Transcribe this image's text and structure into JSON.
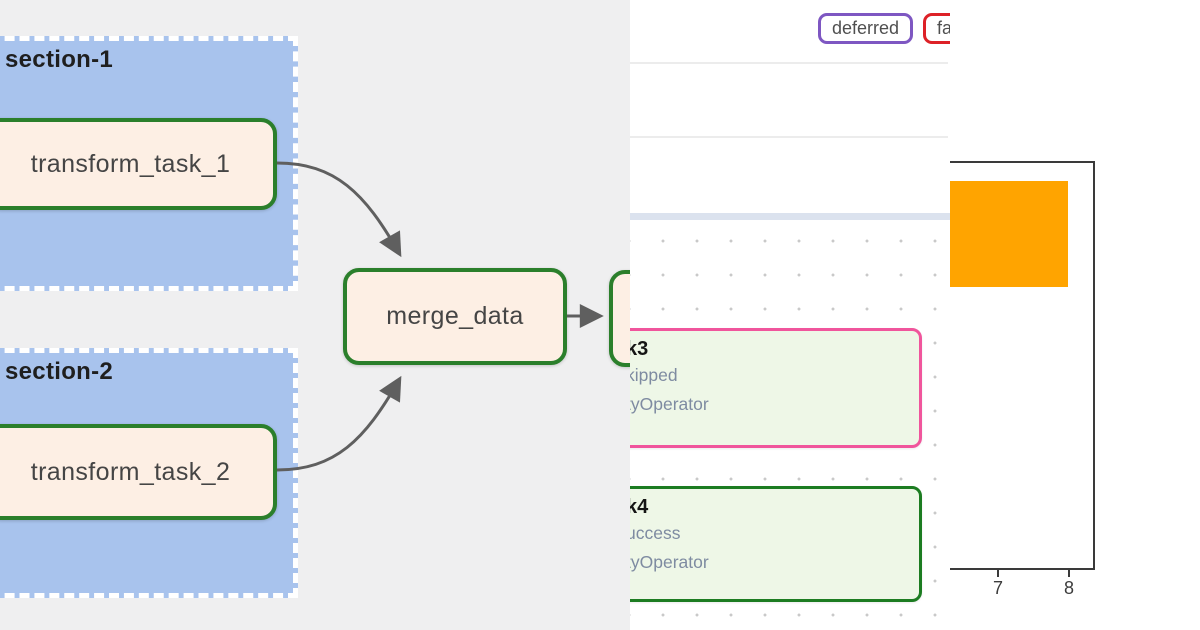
{
  "dag_graph": {
    "groups": [
      {
        "label": "section-1",
        "task_label": "transform_task_1"
      },
      {
        "label": "section-2",
        "task_label": "transform_task_2"
      }
    ],
    "merge_label": "merge_data",
    "group_fill": "#a8c3ed",
    "node_fill": "#fdefe4",
    "node_border": "#2b7f2b",
    "edge_color": "#5f5f5f"
  },
  "status_legend": {
    "badges": [
      {
        "label": "deferred",
        "border_color": "#7e57c2"
      },
      {
        "label": "fail",
        "border_color": "#dd2127"
      }
    ]
  },
  "task_cards": [
    {
      "name": "k3",
      "status": "kipped",
      "operator": "tyOperator",
      "border_color": "#f0559c"
    },
    {
      "name": "k4",
      "status": "uccess",
      "operator": "tyOperator",
      "border_color": "#1c7c21"
    }
  ],
  "chart_data": {
    "type": "bar",
    "x_tick_labels": [
      "7",
      "8"
    ],
    "tick_7": "7",
    "tick_8": "8",
    "bar_color": "#ffa400",
    "frame_color": "#3a3a3a",
    "note": "cropped fragment; single orange bar visible between ticks"
  }
}
